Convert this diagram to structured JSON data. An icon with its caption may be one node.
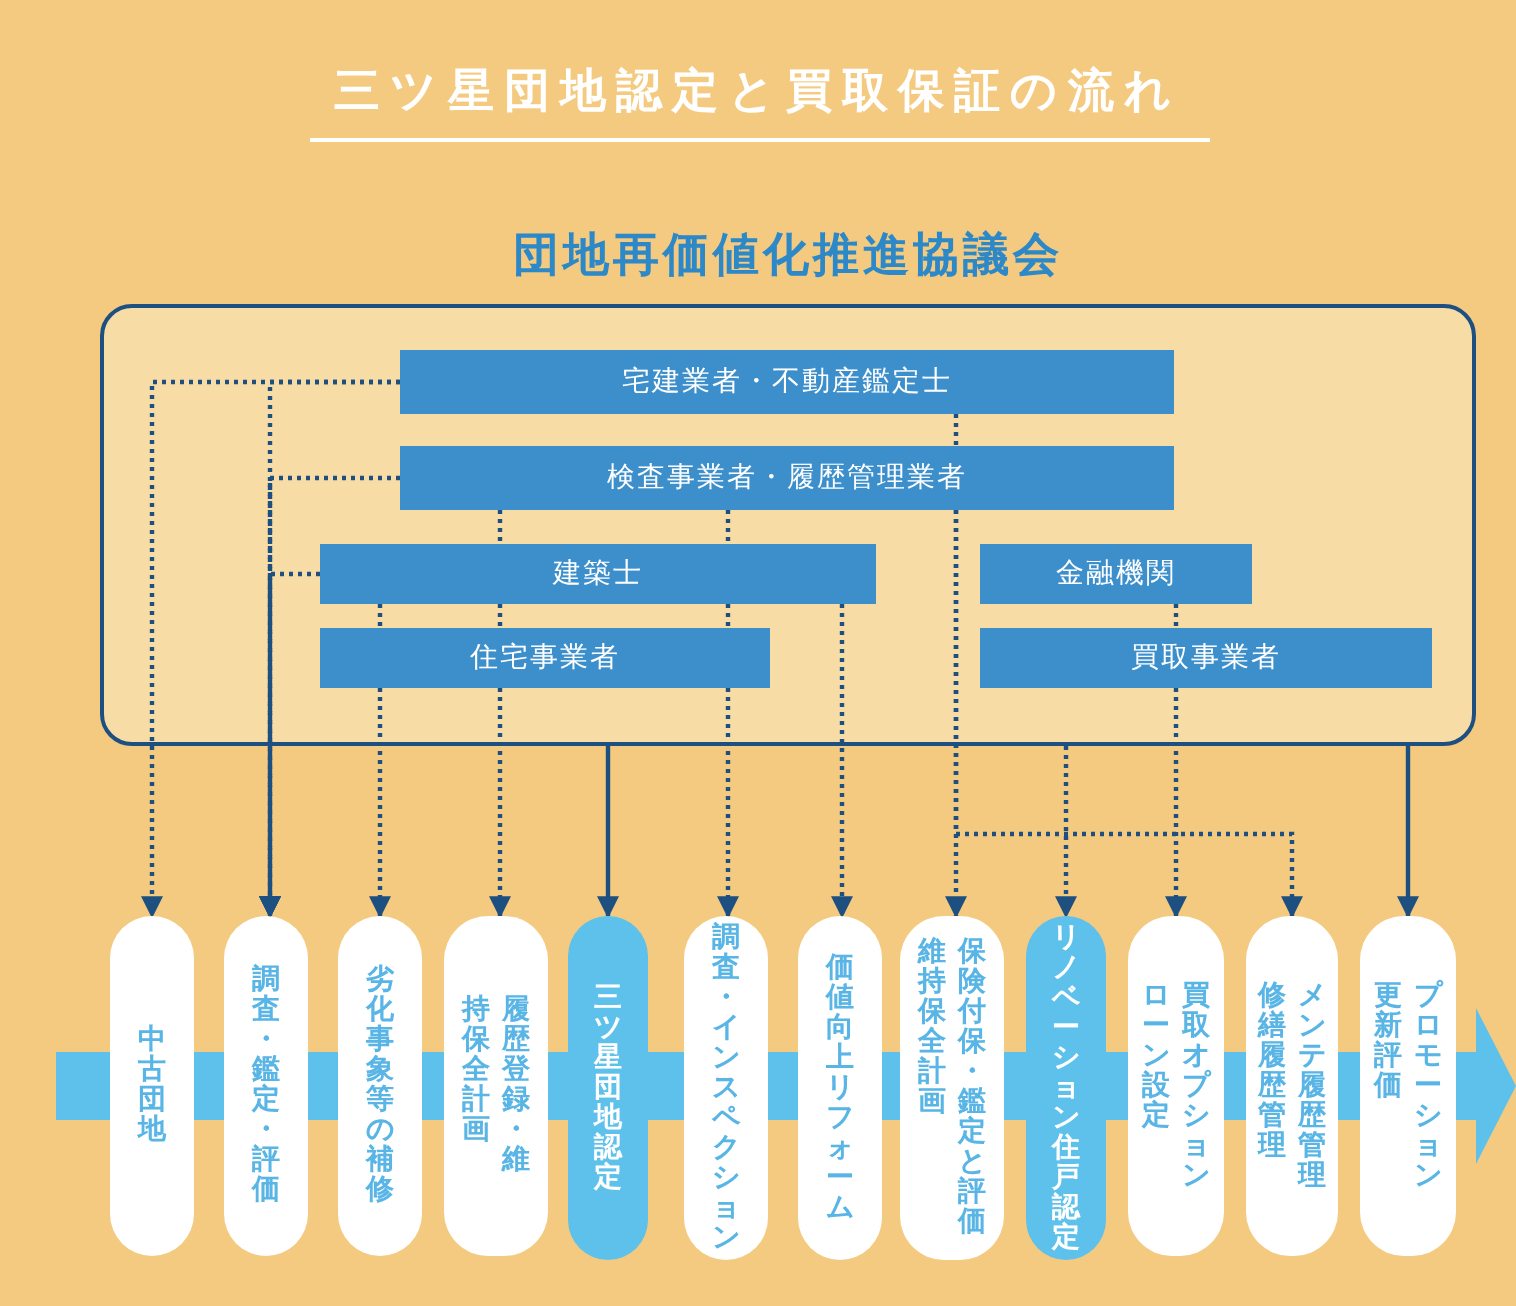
{
  "diagram": {
    "title": "三ツ星団地認定と買取保証の流れ",
    "nodes": [
      {
        "text": [
          "団地再価値化推進協議会"
        ]
      },
      {
        "text": [
          "宅建業者・不動産鑑定士"
        ],
        "in": 0
      },
      {
        "text": [
          "検査事業者・履歴管理業者"
        ],
        "in": 0
      },
      {
        "text": [
          "建築士"
        ],
        "in": 0
      },
      {
        "text": [
          "住宅事業者"
        ],
        "in": 0
      },
      {
        "text": [
          "金融機関"
        ],
        "in": 0
      },
      {
        "text": [
          "買取事業者"
        ],
        "in": 0
      },
      {
        "text": [
          "中古団地"
        ]
      },
      {
        "text": [
          "調査・鑑定・評価"
        ]
      },
      {
        "text": [
          "劣化事象等の補修"
        ]
      },
      {
        "text": [
          "履歴登録・維持保全計画"
        ]
      },
      {
        "text": [
          "三ツ星団地認定"
        ]
      },
      {
        "text": [
          "調査・インスペクション"
        ]
      },
      {
        "text": [
          "価値向上リフォーム"
        ]
      },
      {
        "text": [
          "保険付保・鑑定と評価維持保全計画"
        ]
      },
      {
        "text": [
          "リノベーション住戸認定"
        ]
      },
      {
        "text": [
          "買取オプションローン設定"
        ]
      },
      {
        "text": [
          "メンテ履歴管理修繕履歴管理"
        ]
      },
      {
        "text": [
          "プロモーション更新評価"
        ]
      }
    ],
    "edges": [
      {
        "from": 1,
        "to": 7,
        "arrow": "to",
        "style": "dashed"
      },
      {
        "from": 1,
        "to": 8,
        "arrow": "to",
        "style": "dashed"
      },
      {
        "from": 2,
        "to": 8,
        "arrow": "to",
        "style": "dashed"
      },
      {
        "from": 3,
        "to": 8,
        "arrow": "to",
        "style": "dashed"
      },
      {
        "from": 3,
        "to": 4,
        "arrow": "none",
        "style": "dashed"
      },
      {
        "from": 4,
        "to": 9,
        "arrow": "to",
        "style": "dashed"
      },
      {
        "from": 2,
        "to": 3,
        "arrow": "none",
        "style": "dashed"
      },
      {
        "from": 3,
        "to": 4,
        "arrow": "none",
        "style": "dashed"
      },
      {
        "from": 4,
        "to": 10,
        "arrow": "to",
        "style": "dashed"
      },
      {
        "from": 0,
        "to": 11,
        "arrow": "to"
      },
      {
        "from": 2,
        "to": 3,
        "arrow": "none",
        "style": "dashed"
      },
      {
        "from": 3,
        "to": 4,
        "arrow": "none",
        "style": "dashed"
      },
      {
        "from": 4,
        "to": 12,
        "arrow": "to",
        "style": "dashed"
      },
      {
        "from": 3,
        "to": 13,
        "arrow": "to",
        "style": "dashed"
      },
      {
        "from": 1,
        "to": 2,
        "arrow": "none",
        "style": "dashed"
      },
      {
        "from": 2,
        "to": 14,
        "arrow": "to",
        "style": "dashed"
      },
      {
        "from": 0,
        "to": 15,
        "arrow": "to",
        "style": "dashed"
      },
      {
        "from": 5,
        "to": 6,
        "arrow": "none",
        "style": "dashed"
      },
      {
        "from": 6,
        "to": 16,
        "arrow": "to",
        "style": "dashed"
      },
      {
        "from": 2,
        "to": 17,
        "arrow": "to",
        "style": "dashed"
      },
      {
        "from": 0,
        "to": 18,
        "arrow": "to"
      }
    ]
  }
}
